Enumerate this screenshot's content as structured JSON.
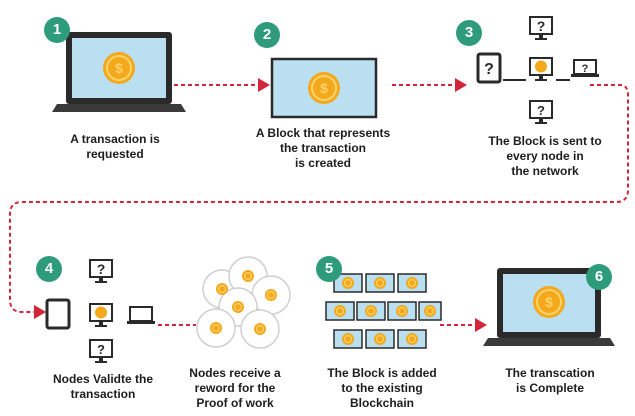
{
  "steps": [
    {
      "number": "1",
      "label": "A transaction is\nrequested"
    },
    {
      "number": "2",
      "label": "A Block that represents\nthe transaction\nis created"
    },
    {
      "number": "3",
      "label": "The Block is sent to\nevery node in\nthe network"
    },
    {
      "number": "4",
      "label": "Nodes Validte the\ntransaction"
    },
    {
      "number": "",
      "label": "Nodes receive a\nreword for the\nProof of work"
    },
    {
      "number": "5",
      "label": "The Block is added\nto the existing\nBlockchain"
    },
    {
      "number": "6",
      "label": "The transcation\nis Complete"
    }
  ],
  "icons": {
    "unknown_node_glyph": "?",
    "coin_glyph": "$"
  },
  "colors": {
    "badge": "#2e9c7c",
    "arrow": "#d3263a",
    "coin": "#f4a81c",
    "coin_dark": "#e08e0b",
    "screen": "#b9dff1",
    "device": "#2a2a2a"
  }
}
